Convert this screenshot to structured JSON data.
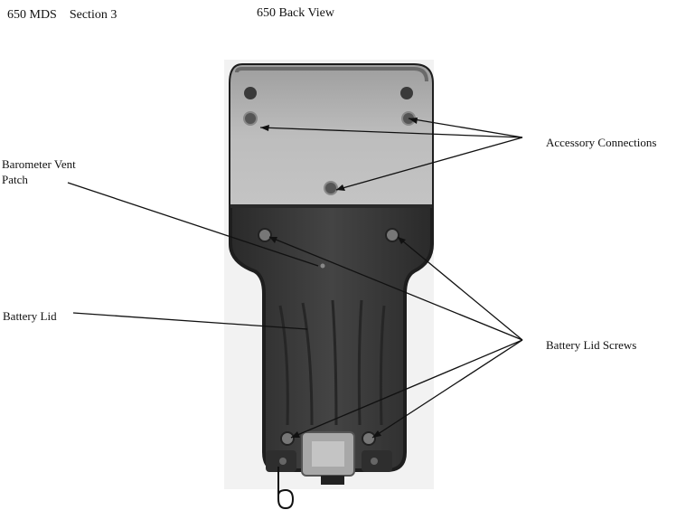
{
  "header": {
    "left": "650 MDS    Section 3",
    "center": "650 Back View"
  },
  "labels": {
    "accessory_connections": "Accessory Connections",
    "barometer_vent_line1": "Barometer Vent",
    "barometer_vent_line2": "Patch",
    "battery_lid": "Battery Lid",
    "battery_lid_screws": "Battery Lid Screws"
  },
  "colors": {
    "device_top": "#b8b8b8",
    "device_bottom": "#3a3a3a",
    "device_outline": "#1e1e1e",
    "pointer_line": "#111111"
  }
}
